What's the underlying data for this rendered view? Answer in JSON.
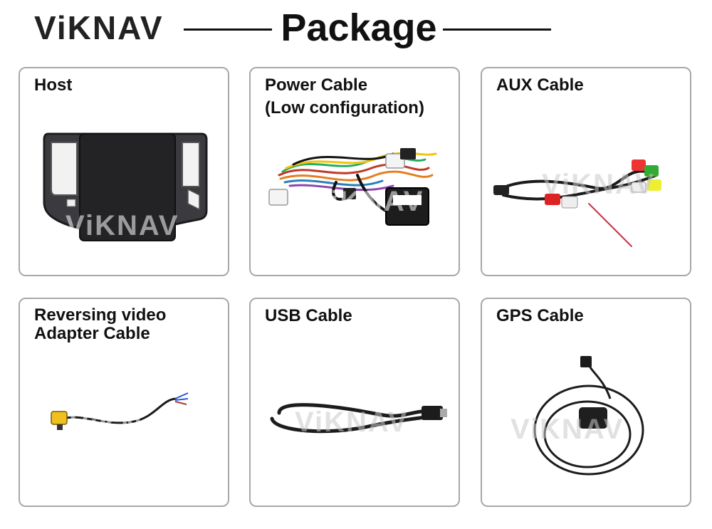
{
  "brand": {
    "logo_text": "ViKNAV"
  },
  "header": {
    "title": "Package"
  },
  "items": [
    {
      "label": "Host",
      "image": "car-head-unit-frame"
    },
    {
      "label": "Power Cable\n(Low configuration)",
      "image": "wiring-harness"
    },
    {
      "label": "AUX Cable",
      "image": "aux-rca-cable"
    },
    {
      "label": "Reversing video\nAdapter Cable",
      "image": "reversing-video-cable"
    },
    {
      "label": "USB Cable",
      "image": "usb-cable"
    },
    {
      "label": "GPS  Cable",
      "image": "gps-antenna-cable"
    }
  ],
  "watermark": "ViKNAV"
}
